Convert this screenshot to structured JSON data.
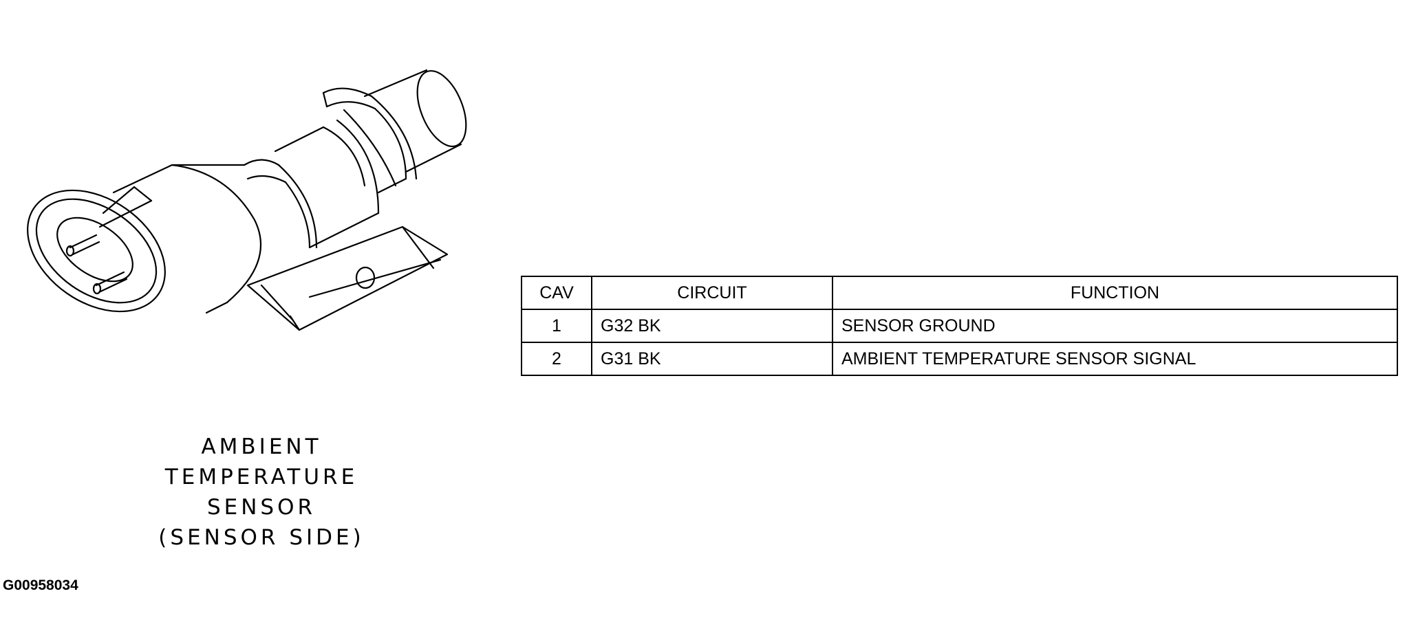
{
  "sensor_label_lines": [
    "AMBIENT",
    "TEMPERATURE",
    "SENSOR",
    "(SENSOR SIDE)"
  ],
  "figure_id": "G00958034",
  "table": {
    "headers": {
      "cav": "CAV",
      "circuit": "CIRCUIT",
      "function": "FUNCTION"
    },
    "rows": [
      {
        "cav": "1",
        "circuit": "G32 BK",
        "function": "SENSOR GROUND"
      },
      {
        "cav": "2",
        "circuit": "G31 BK",
        "function": "AMBIENT TEMPERATURE SENSOR SIGNAL"
      }
    ]
  }
}
